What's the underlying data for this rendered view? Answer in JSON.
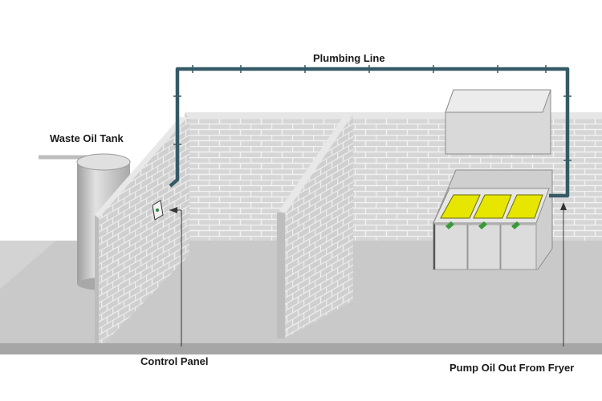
{
  "labels": {
    "plumbing_line": "Plumbing Line",
    "waste_oil_tank": "Waste Oil Tank",
    "control_panel": "Control Panel",
    "pump_oil": "Pump Oil Out From Fryer"
  },
  "colors": {
    "background": "#ffffff",
    "floor_top": "#c9c9c9",
    "floor_edge": "#a6a6a6",
    "brick_wall": "#d6d6d6",
    "brick_line": "#f2f2f2",
    "pipe": "#355a66",
    "oil": "#e6e600",
    "fryer_body": "#d4d4d4",
    "hood": "#d9d9d9",
    "tank": "#c4c4c4"
  },
  "icons": {
    "control_panel": "control-panel-box-icon",
    "arrow": "arrow-up-icon"
  }
}
